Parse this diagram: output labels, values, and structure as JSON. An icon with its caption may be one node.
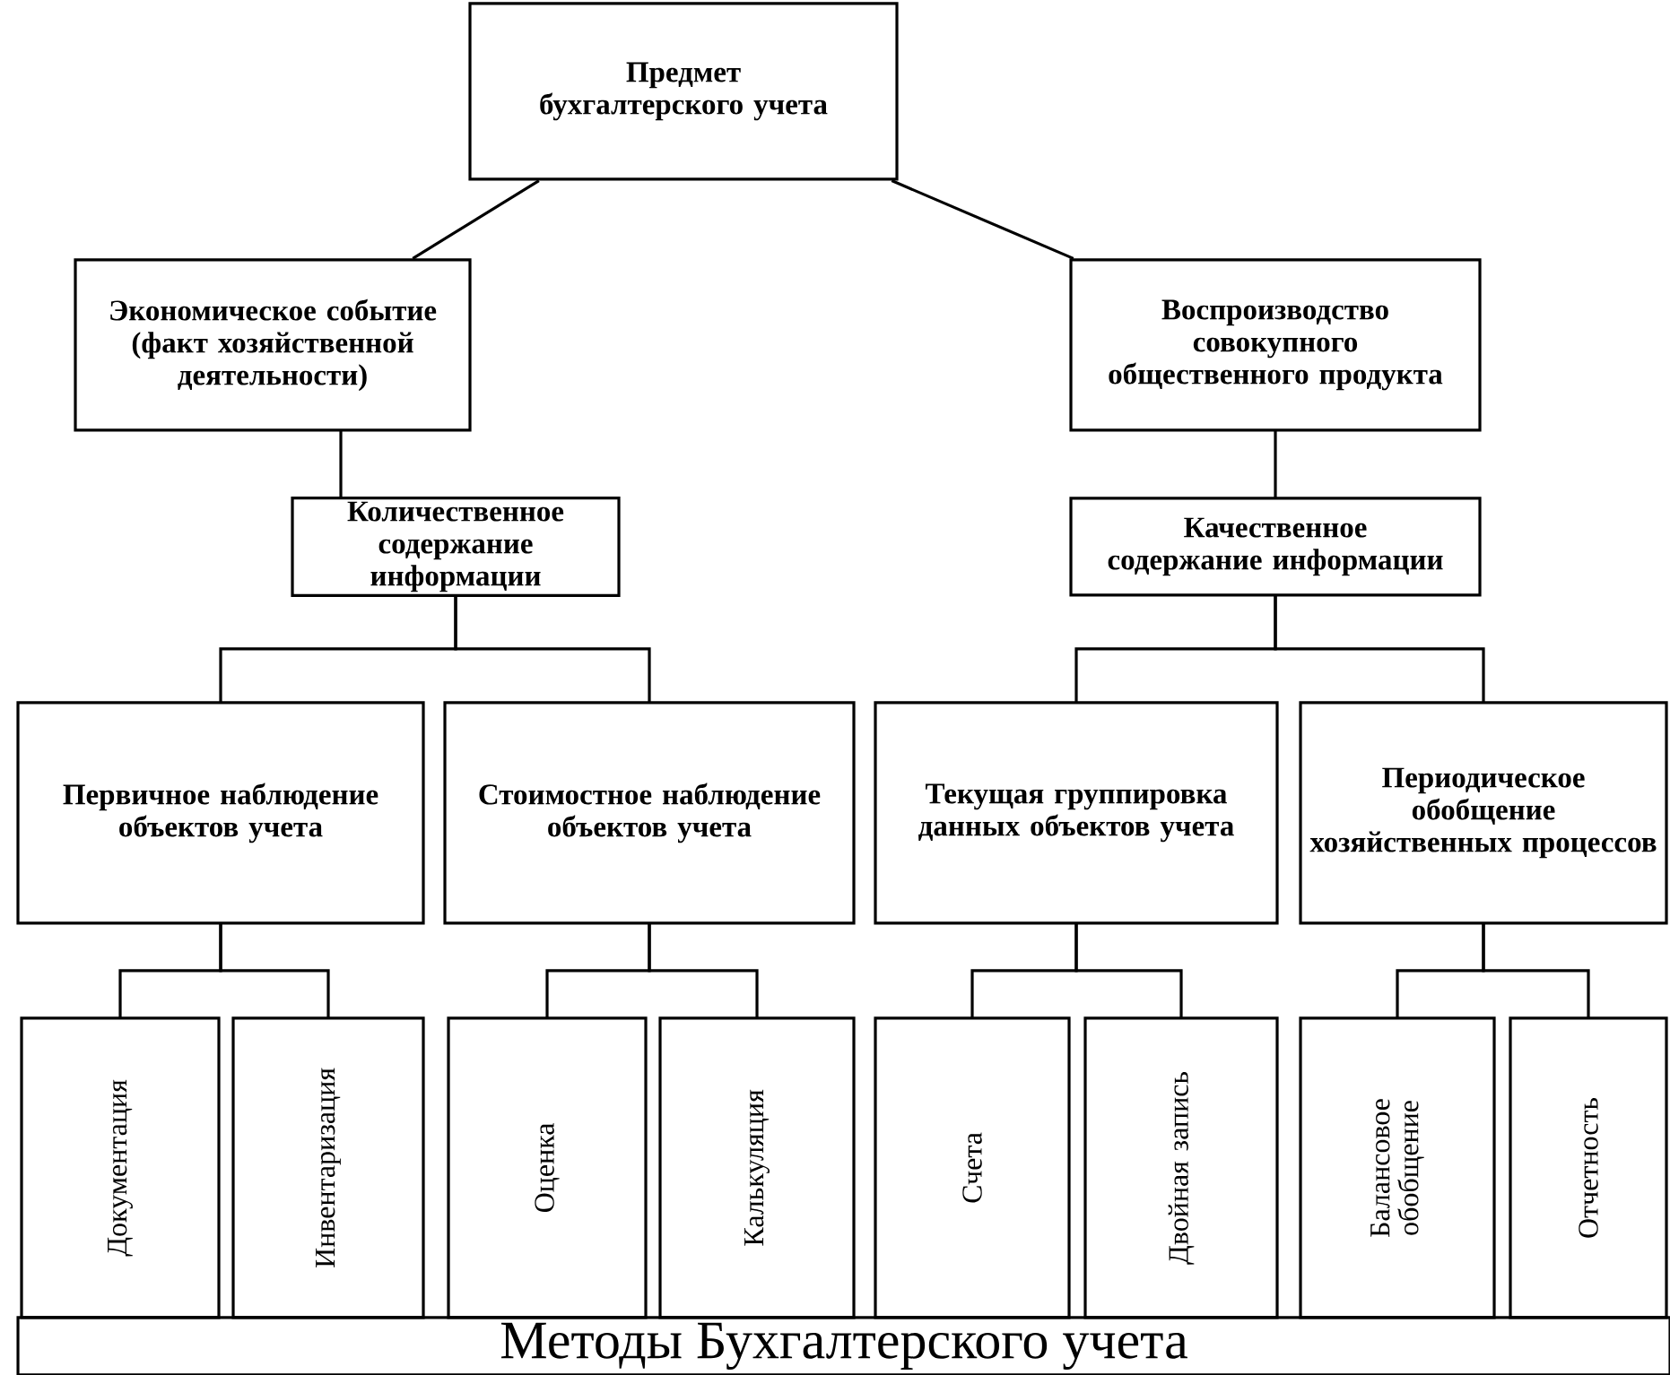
{
  "diagram": {
    "nodes": [
      {
        "text": [
          "Предмет бухгалтерского учета"
        ]
      },
      {
        "text": [
          "Экономическое событие (факт хозяйственной деятельности)"
        ]
      },
      {
        "text": [
          "Воспроизводство совокупного общественного продукта"
        ]
      },
      {
        "text": [
          "Количественное содержание информации"
        ]
      },
      {
        "text": [
          "Качественное содержание информации"
        ]
      },
      {
        "text": [
          "Первичное наблюдение объектов учета"
        ]
      },
      {
        "text": [
          "Стоимостное наблюдение объектов учета"
        ]
      },
      {
        "text": [
          "Текущая группировка данных объектов учета"
        ]
      },
      {
        "text": [
          "Периодическое обобщение хозяйственных процессов"
        ]
      },
      {
        "text": [
          "Документация"
        ]
      },
      {
        "text": [
          "Инвентаризация"
        ]
      },
      {
        "text": [
          "Оценка"
        ]
      },
      {
        "text": [
          "Калькуляция"
        ]
      },
      {
        "text": [
          "Счета"
        ]
      },
      {
        "text": [
          "Двойная запись"
        ]
      },
      {
        "text": [
          "Балансовое обобщение"
        ]
      },
      {
        "text": [
          "Отчетность"
        ]
      },
      {
        "text": [
          "Методы Бухгалтерского учета"
        ]
      }
    ],
    "edges": [
      {
        "from": 0,
        "to": 1,
        "arrow": "none"
      },
      {
        "from": 0,
        "to": 2,
        "arrow": "none"
      },
      {
        "from": 1,
        "to": 3,
        "arrow": "none"
      },
      {
        "from": 2,
        "to": 4,
        "arrow": "none"
      },
      {
        "from": 3,
        "to": 5,
        "arrow": "none"
      },
      {
        "from": 3,
        "to": 6,
        "arrow": "none"
      },
      {
        "from": 4,
        "to": 7,
        "arrow": "none"
      },
      {
        "from": 4,
        "to": 8,
        "arrow": "none"
      },
      {
        "from": 5,
        "to": 9,
        "arrow": "none"
      },
      {
        "from": 5,
        "to": 10,
        "arrow": "none"
      },
      {
        "from": 6,
        "to": 11,
        "arrow": "none"
      },
      {
        "from": 6,
        "to": 12,
        "arrow": "none"
      },
      {
        "from": 7,
        "to": 13,
        "arrow": "none"
      },
      {
        "from": 7,
        "to": 14,
        "arrow": "none"
      },
      {
        "from": 8,
        "to": 15,
        "arrow": "none"
      },
      {
        "from": 8,
        "to": 16,
        "arrow": "none"
      }
    ]
  }
}
